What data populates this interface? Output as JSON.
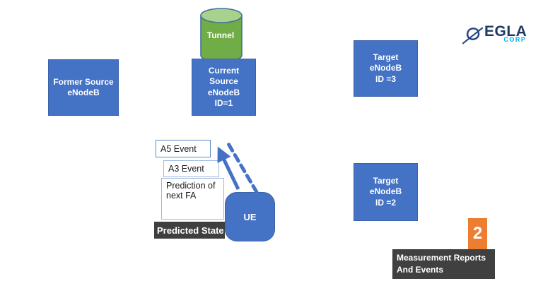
{
  "title": "eNodeB handover prediction diagram",
  "colors": {
    "node_blue": "#4472C4",
    "node_border": "#3B63A8",
    "tunnel_green": "#70AD47",
    "tunnel_top_green": "#A9D18E",
    "tunnel_border": "#41719C",
    "dark_gray": "#3F3F3F",
    "orange": "#ED7D31",
    "arrow_blue": "#4472C4",
    "logo_navy": "#1F3864",
    "logo_cyan": "#00AEEF"
  },
  "nodes": {
    "tunnel": {
      "label": "Tunnel"
    },
    "former_source": {
      "label": "Former Source\neNodeB"
    },
    "current_source": {
      "label": "Current\nSource\neNodeB\nID=1"
    },
    "target_3": {
      "label": "Target\neNodeB\nID =3"
    },
    "target_2": {
      "label": "Target\neNodeB\nID =2"
    },
    "ue": {
      "label": "UE"
    }
  },
  "events": {
    "a5": {
      "label": "A5 Event"
    },
    "a3": {
      "label": "A3 Event"
    },
    "prediction": {
      "label": "Prediction of\nnext FA"
    },
    "predicted_state": {
      "label": "Predicted State"
    }
  },
  "callout": {
    "number": "2",
    "label": "Measurement Reports\nAnd Events"
  },
  "logo": {
    "name": "EGLA",
    "sub": "CORP"
  }
}
